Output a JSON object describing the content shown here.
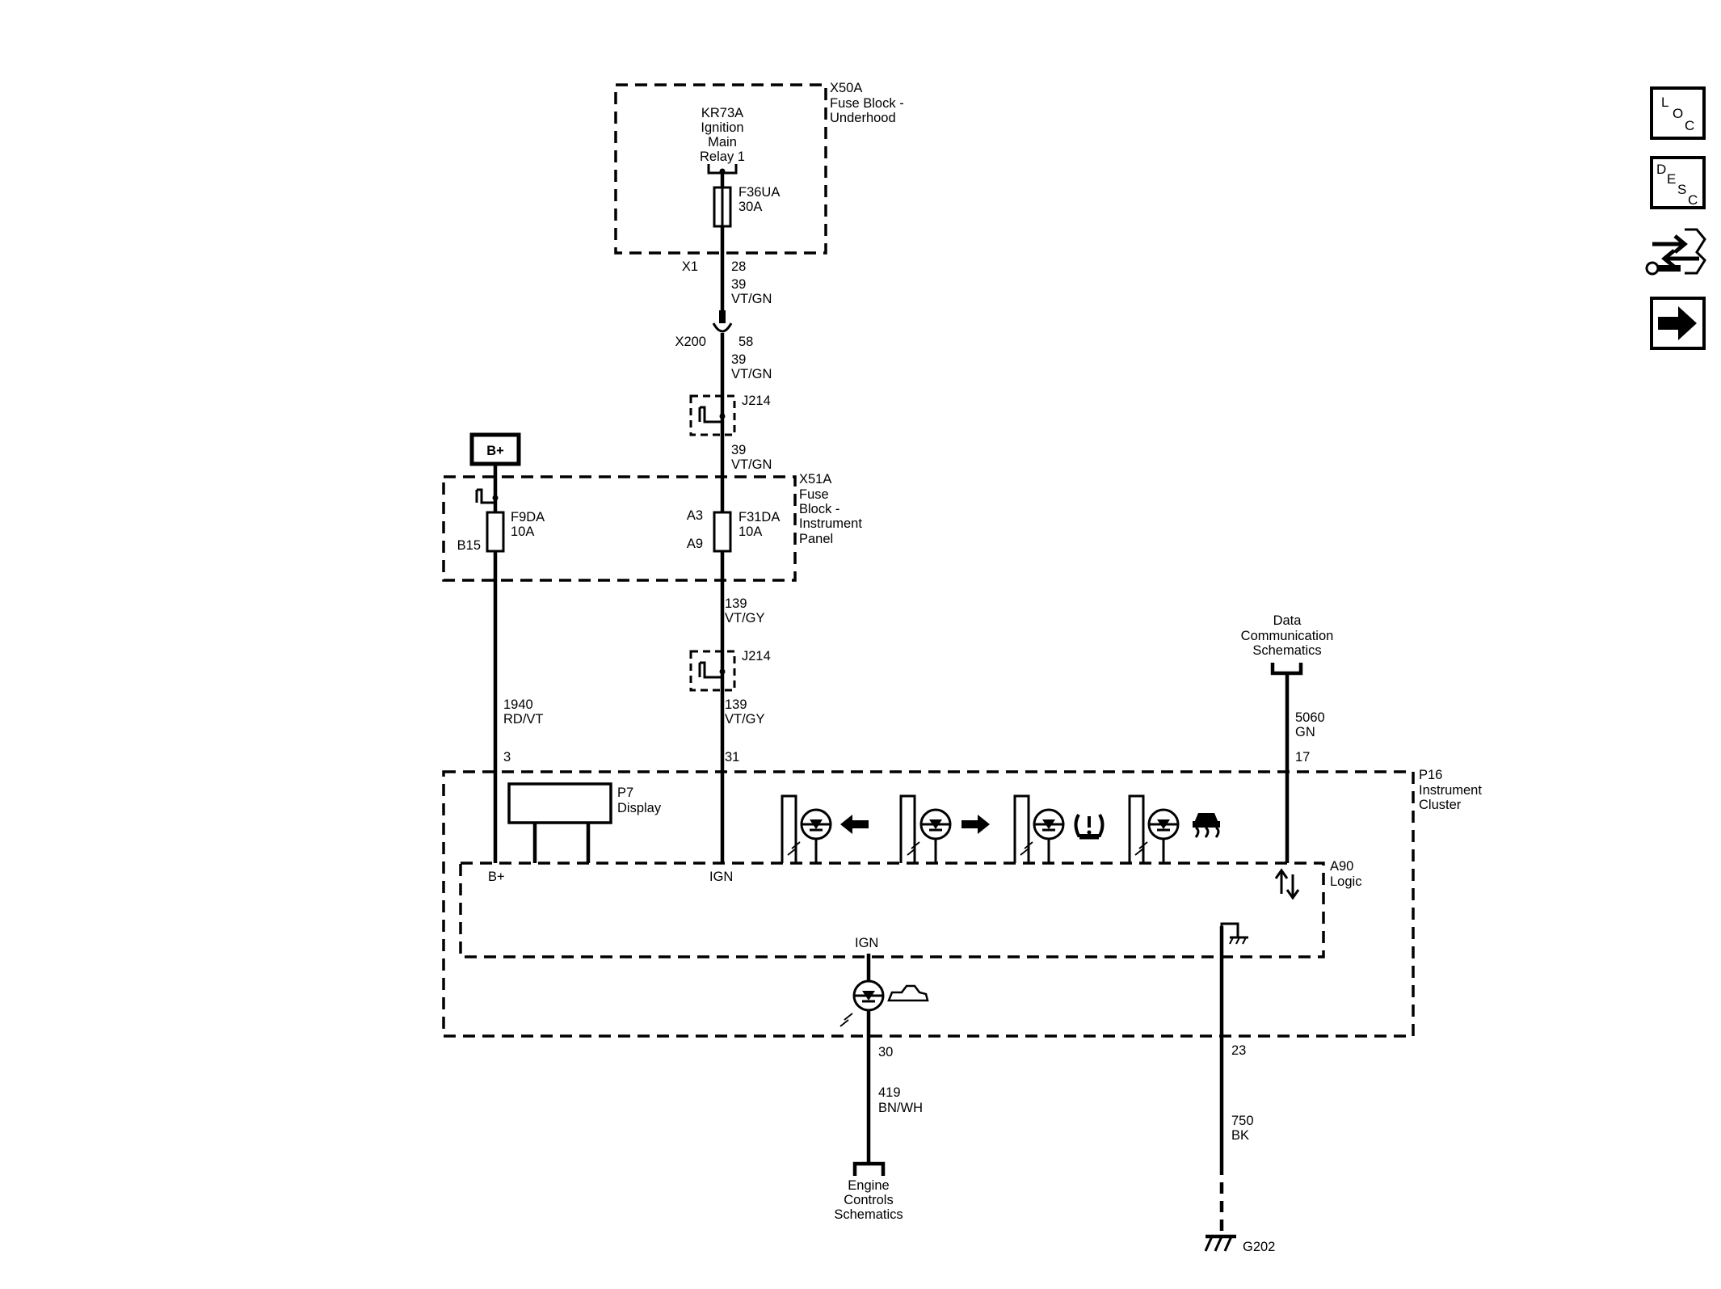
{
  "nav": {
    "loc": [
      "L",
      "O",
      "C"
    ],
    "desc": [
      "D",
      "E",
      "S",
      "C"
    ]
  },
  "x50a": {
    "id": "X50A",
    "name_lines": [
      "Fuse Block -",
      "Underhood"
    ]
  },
  "kr73a": {
    "lines": [
      "KR73A",
      "Ignition",
      "Main",
      "Relay 1"
    ]
  },
  "f36ua": {
    "id": "F36UA",
    "rating": "30A"
  },
  "conn_x1": {
    "id": "X1",
    "pin": "28"
  },
  "wire_39_a": {
    "circuit": "39",
    "color": "VT/GN"
  },
  "conn_x200": {
    "id": "X200",
    "pin": "58"
  },
  "wire_39_b": {
    "circuit": "39",
    "color": "VT/GN"
  },
  "j214_top": {
    "id": "J214"
  },
  "wire_39_c": {
    "circuit": "39",
    "color": "VT/GN"
  },
  "bplus_source": {
    "label": "B+"
  },
  "x51a": {
    "id": "X51A",
    "name_lines": [
      "Fuse",
      "Block -",
      "Instrument",
      "Panel"
    ]
  },
  "f9da": {
    "id": "F9DA",
    "rating": "10A",
    "pin": "B15"
  },
  "f31da": {
    "id": "F31DA",
    "rating": "10A",
    "pin_in": "A3",
    "pin_out": "A9"
  },
  "wire_139_a": {
    "circuit": "139",
    "color": "VT/GY"
  },
  "j214_bottom": {
    "id": "J214"
  },
  "wire_139_b": {
    "circuit": "139",
    "color": "VT/GY"
  },
  "wire_1940": {
    "circuit": "1940",
    "color": "RD/VT"
  },
  "data_comm": {
    "lines": [
      "Data",
      "Communication",
      "Schematics"
    ]
  },
  "wire_5060": {
    "circuit": "5060",
    "color": "GN"
  },
  "p16_pins": {
    "bplus": "3",
    "ign": "31",
    "data": "17",
    "ign_out": "30",
    "ground": "23"
  },
  "p16": {
    "id": "P16",
    "name_lines": [
      "Instrument",
      "Cluster"
    ]
  },
  "p7": {
    "id": "P7",
    "name": "Display"
  },
  "a90": {
    "id": "A90",
    "name": "Logic",
    "bplus_label": "B+",
    "ign_label": "IGN",
    "ign_out_label": "IGN"
  },
  "wire_419": {
    "circuit": "419",
    "color": "BN/WH"
  },
  "engine_controls": {
    "lines": [
      "Engine",
      "Controls",
      "Schematics"
    ]
  },
  "wire_750": {
    "circuit": "750",
    "color": "BK"
  },
  "g202": {
    "id": "G202"
  },
  "indicators": [
    "left-turn-arrow-icon",
    "right-turn-arrow-icon",
    "tire-pressure-icon",
    "traction-control-icon",
    "security-car-icon"
  ]
}
